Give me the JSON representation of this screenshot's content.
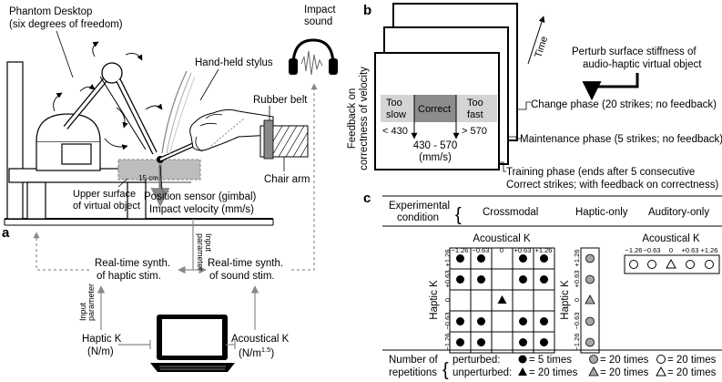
{
  "panel_a": {
    "label": "a",
    "phantom_desktop_line1": "Phantom Desktop",
    "phantom_desktop_line2": "(six degrees of freedom)",
    "impact_sound_line1": "Impact",
    "impact_sound_line2": "sound",
    "hand_held_stylus": "Hand-held stylus",
    "rubber_belt": "Rubber belt",
    "chair_arm": "Chair arm",
    "scale": "15 cm",
    "upper_surface_line1": "Upper surface",
    "upper_surface_line2": "of virtual object",
    "position_sensor": "Position sensor (gimbal)",
    "impact_velocity": "Impact velocity (mm/s)",
    "input_parameter_line1": "Input",
    "input_parameter_line2": "parameter",
    "haptic_synth_line1": "Real-time synth.",
    "haptic_synth_line2": "of haptic stim.",
    "sound_synth_line1": "Real-time synth.",
    "sound_synth_line2": "of sound stim.",
    "haptic_k_line1": "Haptic K",
    "haptic_k_line2": "(N/m)",
    "acoustical_k_line1": "Acoustical K",
    "acoustical_k_unit": "(N/m",
    "acoustical_k_exp": "1.5",
    "acoustical_k_close": ")"
  },
  "panel_b": {
    "label": "b",
    "time": "Time",
    "ylabel_line1": "Feedback on",
    "ylabel_line2": "correctness of velocity",
    "too_slow_line1": "Too",
    "too_slow_line2": "slow",
    "correct": "Correct",
    "too_fast_line1": "Too",
    "too_fast_line2": "fast",
    "lt_430": "< 430",
    "gt_570": "> 570",
    "range_line1": "430 - 570",
    "range_line2": "(mm/s)",
    "perturb_line1": "Perturb surface stiffness of",
    "perturb_line2": "audio-haptic virtual object",
    "change_phase": "Change phase (20 strikes; no feedback)",
    "maintenance_phase": "Maintenance phase (5 strikes; no feedback)",
    "training_line1": "Training phase (ends after 5 consecutive",
    "training_line2": "Correct strikes; with feedback on correctness)"
  },
  "panel_c": {
    "label": "c",
    "experimental_line1": "Experimental",
    "experimental_line2": "condition",
    "crossmodal": "Crossmodal",
    "haptic_only": "Haptic-only",
    "auditory_only": "Auditory-only",
    "acoustical_k": "Acoustical K",
    "haptic_k": "Haptic K",
    "ticks": [
      "−1.26",
      "−0.63",
      "0",
      "+0.63",
      "+1.26"
    ],
    "number_line1": "Number of",
    "number_line2": "repetitions",
    "perturbed": "perturbed:",
    "unperturbed": "unperturbed:",
    "legend_20": "= 20 times",
    "legend_5": "= 5 times"
  },
  "colors": {
    "filled": "#000000",
    "gray_fill": "#a6a6a6",
    "correct_box": "#8c8c8c",
    "feedback_bar": "#d4d4d4",
    "line": "#000000",
    "dashed": "#777777"
  }
}
